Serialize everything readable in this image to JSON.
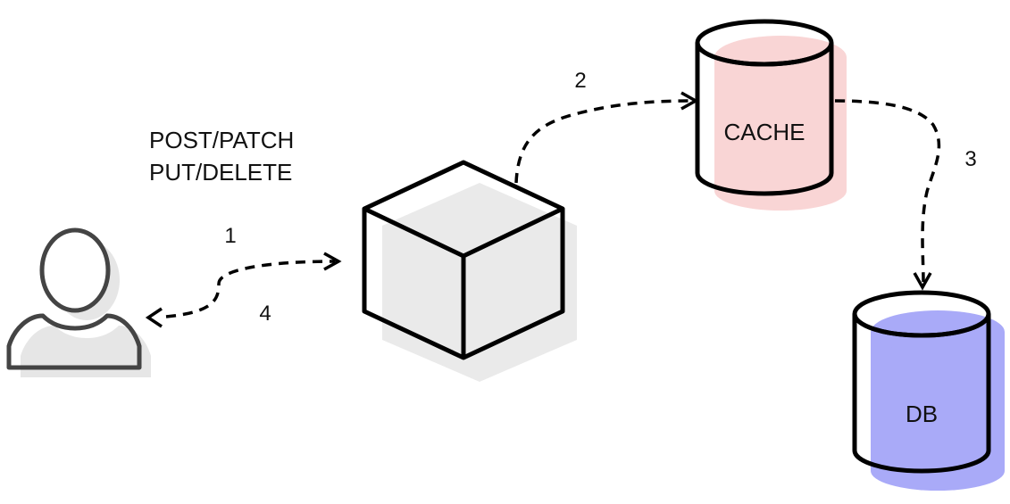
{
  "nodes": {
    "client": {
      "label": "",
      "icon": "user-icon",
      "shadow_color": "#e6e6e6",
      "stroke_color": "#444444"
    },
    "server": {
      "label": "",
      "icon": "cube-icon",
      "shadow_color": "#eaeaea"
    },
    "cache": {
      "label": "CACHE",
      "icon": "database-cylinder-icon",
      "fill_color": "#f9d5d5"
    },
    "db": {
      "label": "DB",
      "icon": "database-cylinder-icon",
      "fill_color": "#a9aaf8"
    }
  },
  "request_methods": {
    "line1": "POST/PATCH",
    "line2": "PUT/DELETE"
  },
  "edges": [
    {
      "from": "client",
      "to": "server",
      "label": "1"
    },
    {
      "from": "server",
      "to": "cache",
      "label": "2"
    },
    {
      "from": "cache",
      "to": "db",
      "label": "3"
    },
    {
      "from": "server",
      "to": "client",
      "label": "4"
    }
  ]
}
